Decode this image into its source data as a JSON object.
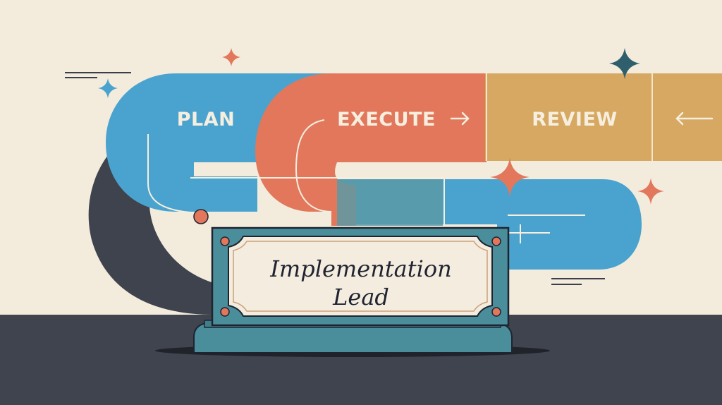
{
  "stages": {
    "plan": "PLAN",
    "execute": "EXECUTE",
    "review": "REVIEW"
  },
  "plaque": {
    "line1": "Implementation",
    "line2": "Lead"
  },
  "colors": {
    "background": "#f3ecdd",
    "floor": "#40444f",
    "plan_blue": "#4aa3cf",
    "execute_coral": "#e2775c",
    "review_gold": "#d6a862",
    "dark_curve": "#3f434d",
    "plaque_frame": "#4a8e9c",
    "plaque_inner": "#f4ecdf"
  },
  "icons": [
    "sparkle-icon",
    "arrow-right-icon",
    "arrow-left-icon"
  ]
}
